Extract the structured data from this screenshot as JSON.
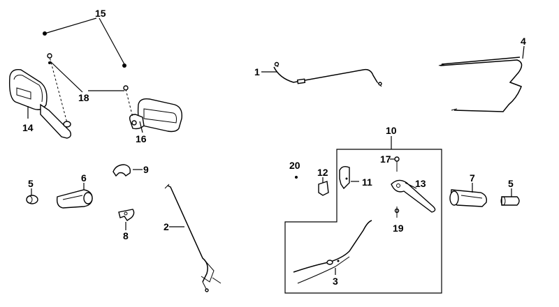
{
  "callouts": {
    "c1": "1",
    "c2": "2",
    "c3": "3",
    "c4": "4",
    "c5a": "5",
    "c5b": "5",
    "c6": "6",
    "c7": "7",
    "c8": "8",
    "c9": "9",
    "c10": "10",
    "c11": "11",
    "c12": "12",
    "c13": "13",
    "c14": "14",
    "c15": "15",
    "c16": "16",
    "c17": "17",
    "c18": "18",
    "c19": "19",
    "c20": "20"
  }
}
